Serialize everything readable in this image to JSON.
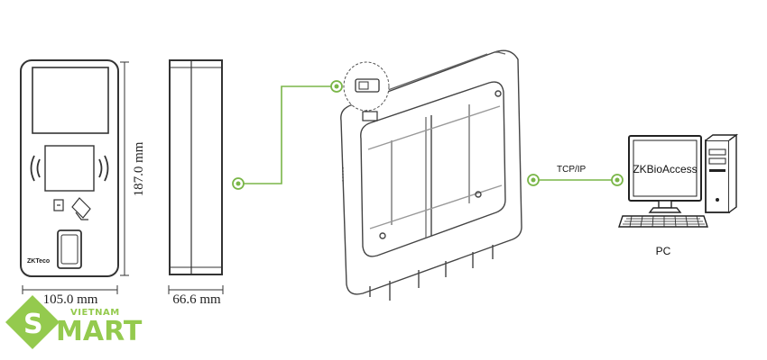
{
  "dimensions": {
    "height": "187.0 mm",
    "width": "105.0 mm",
    "depth": "66.6 mm"
  },
  "device": {
    "brand_mark": "ZKTeco"
  },
  "connection": {
    "protocol": "TCP/IP",
    "software": "ZKBioAccess",
    "computer": "PC"
  },
  "watermark": {
    "top_text": "VIETNAM",
    "main_letter": "S",
    "main_text": "MART"
  },
  "colors": {
    "accent_green": "#8cc63f",
    "line_green": "#7ab648",
    "outline": "#333333"
  },
  "icons": [
    "contactless-wave-icon",
    "card-icon",
    "hand-card-icon",
    "fingerprint-sensor-icon",
    "fingerprint-module-icon",
    "monitor-icon",
    "keyboard-icon",
    "pc-tower-icon"
  ]
}
